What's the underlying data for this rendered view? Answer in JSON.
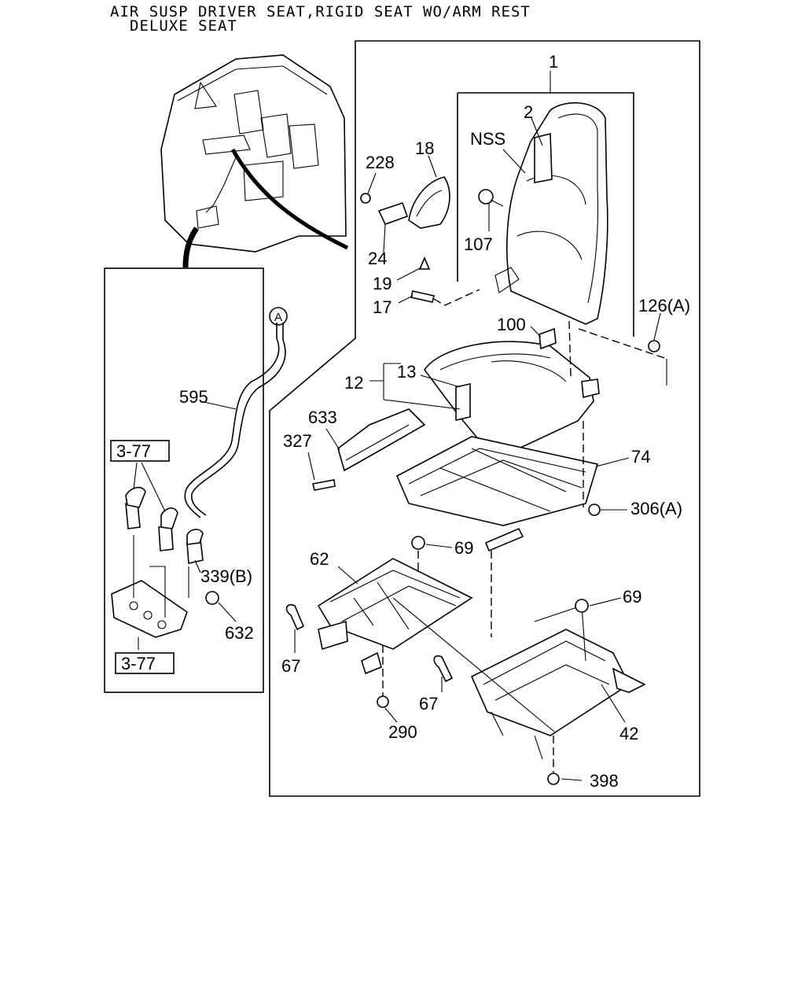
{
  "header": {
    "line1": "AIR SUSP DRIVER SEAT,RIGID SEAT WO/ARM REST",
    "line2": "DELUXE SEAT"
  },
  "callouts": {
    "p1": "1",
    "p2": "2",
    "nss": "NSS",
    "p228": "228",
    "p18": "18",
    "p107": "107",
    "p24": "24",
    "p19": "19",
    "p17": "17",
    "p126": "126(A)",
    "p100": "100",
    "p13": "13",
    "p12": "12",
    "p633": "633",
    "p327": "327",
    "p74": "74",
    "p306": "306(A)",
    "p69a": "69",
    "p62": "62",
    "p69b": "69",
    "p67a": "67",
    "p67b": "67",
    "p290": "290",
    "p42": "42",
    "p398": "398",
    "circleA": "A",
    "p595": "595",
    "ref377a": "3-77",
    "p339": "339(B)",
    "p632": "632",
    "ref377b": "3-77"
  }
}
